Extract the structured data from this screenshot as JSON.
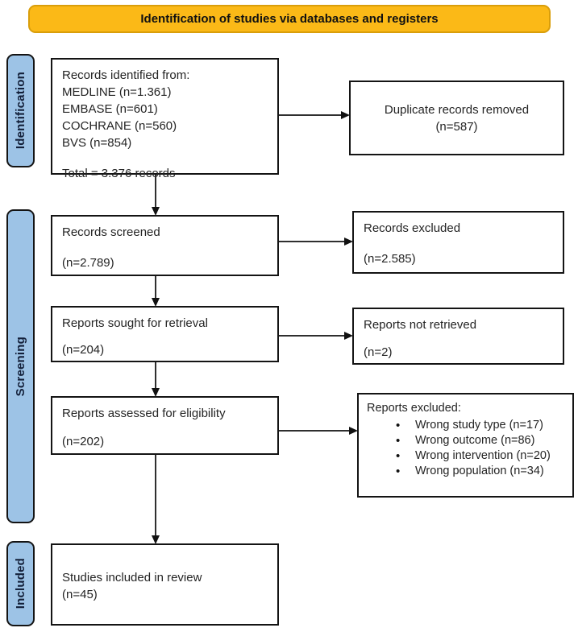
{
  "banner": {
    "title": "Identification of studies via databases and registers"
  },
  "stages": [
    {
      "label": "Identification"
    },
    {
      "label": "Screening"
    },
    {
      "label": "Included"
    }
  ],
  "flow": {
    "records_identified": {
      "lines": [
        "Records identified from:",
        "MEDLINE (n=1.361)",
        "EMBASE (n=601)",
        "COCHRANE (n=560)",
        "BVS (n=854)"
      ],
      "total": "Total = 3.376 records"
    },
    "duplicates_removed": {
      "label": "Duplicate records removed",
      "count": "(n=587)"
    },
    "records_screened": {
      "label": "Records screened",
      "count": "(n=2.789)"
    },
    "records_excluded": {
      "label": "Records excluded",
      "count": "(n=2.585)"
    },
    "reports_sought": {
      "label": "Reports sought for retrieval",
      "count": "(n=204)"
    },
    "reports_not_retrieved": {
      "label": "Reports not retrieved",
      "count": "(n=2)"
    },
    "reports_assessed": {
      "label": "Reports assessed for eligibility",
      "count": "(n=202)"
    },
    "reports_excluded": {
      "label": "Reports excluded:",
      "reasons": [
        "Wrong study type (n=17)",
        "Wrong outcome (n=86)",
        "Wrong intervention (n=20)",
        "Wrong population (n=34)"
      ]
    },
    "studies_included": {
      "label": "Studies included in review",
      "count": "(n=45)"
    }
  },
  "colors": {
    "banner_bg": "#FBB917",
    "banner_border": "#D99E0B",
    "stage_bg": "#9DC3E6",
    "stage_border": "#141414",
    "box_border": "#141414",
    "arrow_color": "#2F2F2F",
    "text_color": "#1F1F1F"
  }
}
